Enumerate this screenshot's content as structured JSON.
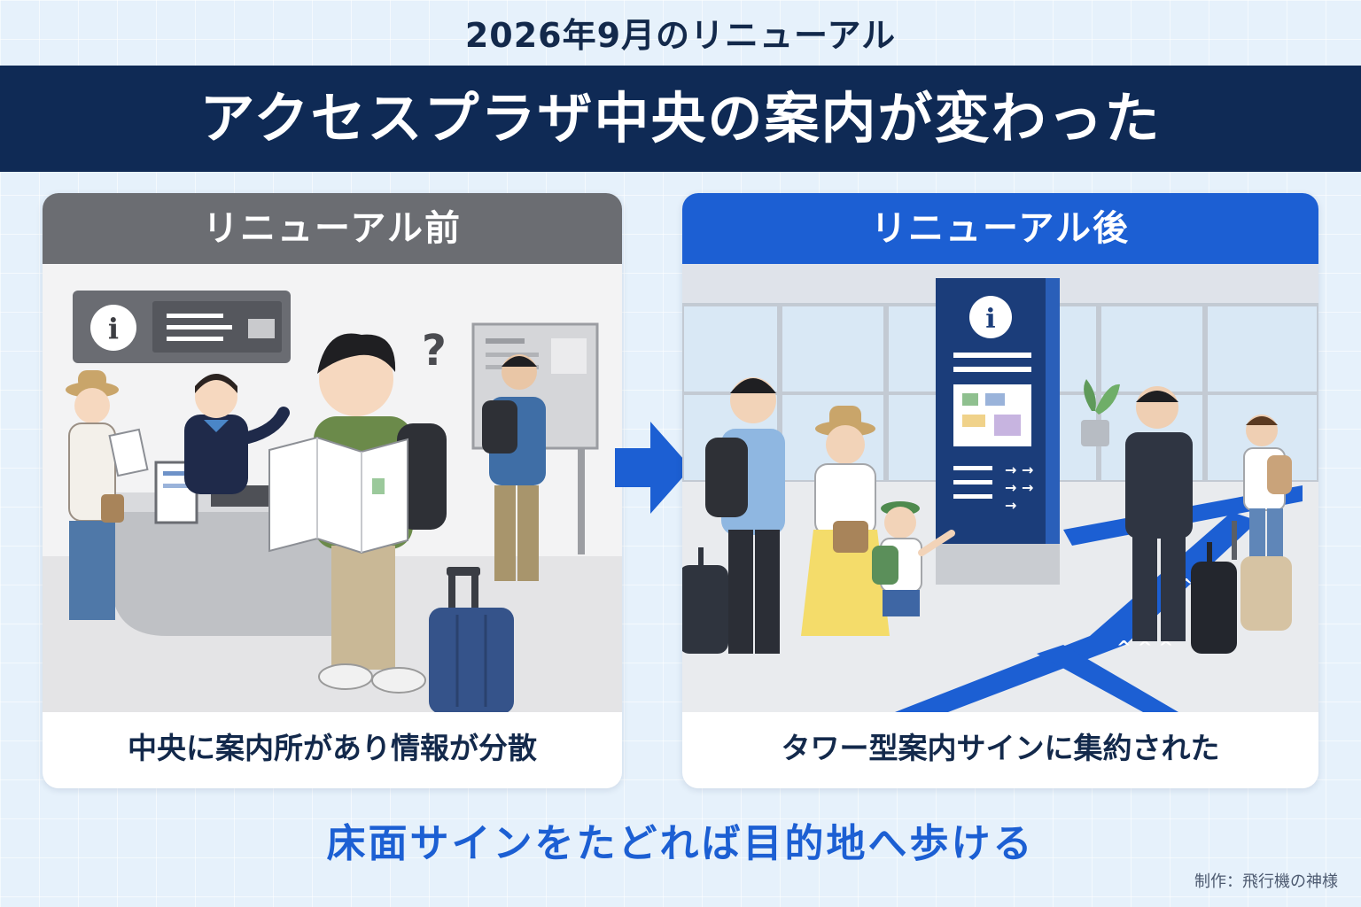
{
  "header": {
    "date_line": "2026年9月のリニューアル",
    "title": "アクセスプラザ中央の案内が変わった"
  },
  "before": {
    "heading": "リニューアル前",
    "caption": "中央に案内所があり情報が分散",
    "info_symbol": "i",
    "question_mark": "?",
    "icons": [
      "info-icon",
      "question-mark-icon",
      "suitcase-icon",
      "map-icon"
    ]
  },
  "after": {
    "heading": "リニューアル後",
    "caption": "タワー型案内サインに集約された",
    "info_symbol": "i",
    "icons": [
      "info-icon",
      "direction-arrows-icon",
      "floor-arrow-icon",
      "suitcase-icon",
      "plant-icon"
    ]
  },
  "transition": {
    "icon": "right-arrow-icon"
  },
  "footer": {
    "message": "床面サインをたどれば目的地へ歩ける",
    "credit": "制作：飛行機の神様"
  },
  "colors": {
    "navy": "#0f2a55",
    "accent_blue": "#1c5fd3",
    "before_gray": "#6b6d72",
    "background": "#e6f1fb"
  }
}
